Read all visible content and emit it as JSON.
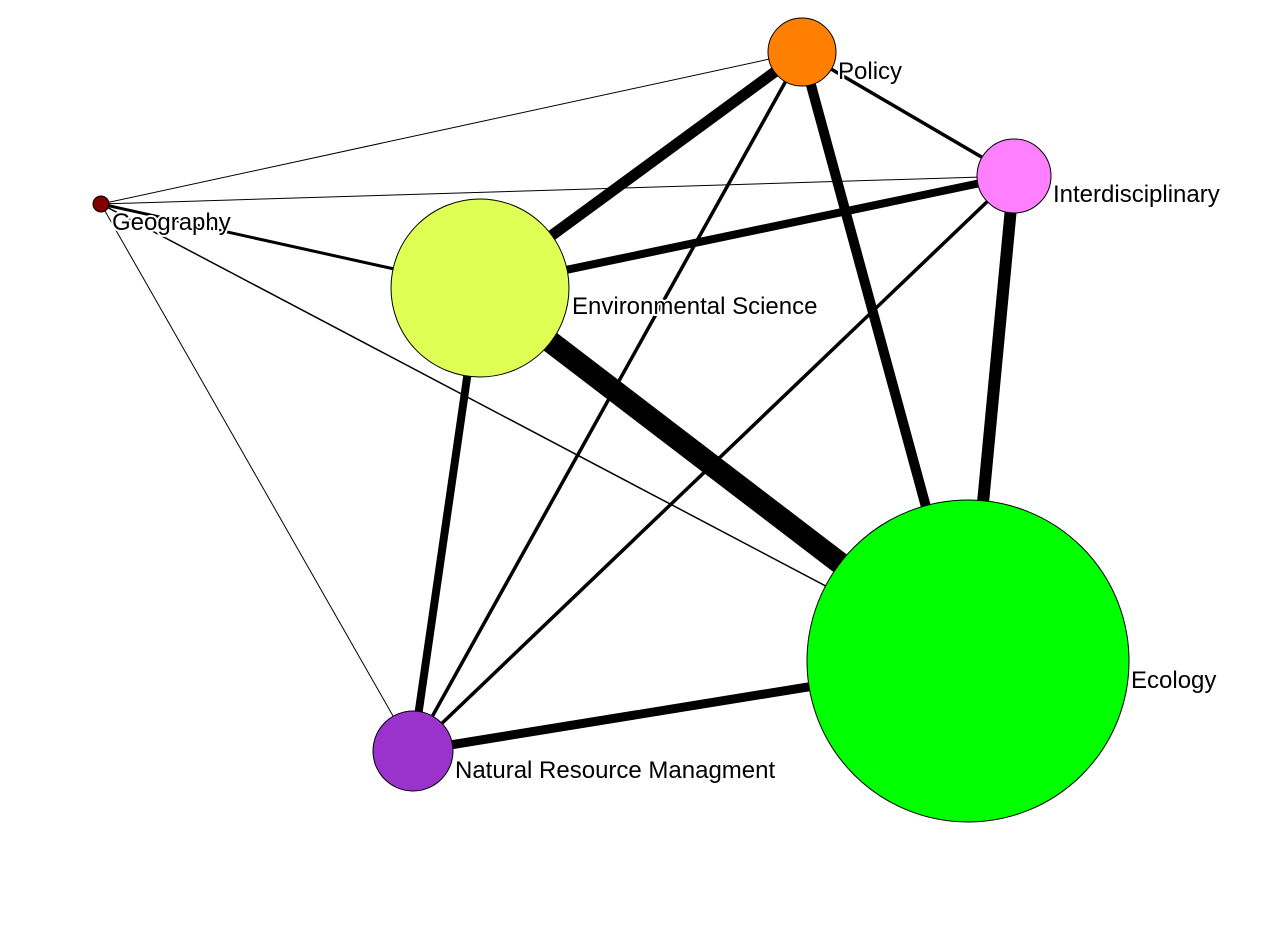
{
  "network": {
    "nodes": [
      {
        "id": "policy",
        "label": "Policy",
        "color": "#ff7f00"
      },
      {
        "id": "interdisciplinary",
        "label": "Interdisciplinary",
        "color": "#ff80ff"
      },
      {
        "id": "geography",
        "label": "Geography",
        "color": "#800000"
      },
      {
        "id": "environmental-science",
        "label": "Environmental Science",
        "color": "#dfff55"
      },
      {
        "id": "ecology",
        "label": "Ecology",
        "color": "#00ff00"
      },
      {
        "id": "natural-resource-managment",
        "label": "Natural Resource Managment",
        "color": "#9933cc"
      }
    ],
    "edges": [
      {
        "from": "environmental-science",
        "to": "ecology"
      },
      {
        "from": "environmental-science",
        "to": "policy"
      },
      {
        "from": "environmental-science",
        "to": "interdisciplinary"
      },
      {
        "from": "environmental-science",
        "to": "natural-resource-managment"
      },
      {
        "from": "environmental-science",
        "to": "geography"
      },
      {
        "from": "policy",
        "to": "ecology"
      },
      {
        "from": "policy",
        "to": "interdisciplinary"
      },
      {
        "from": "policy",
        "to": "natural-resource-managment"
      },
      {
        "from": "policy",
        "to": "geography"
      },
      {
        "from": "interdisciplinary",
        "to": "ecology"
      },
      {
        "from": "interdisciplinary",
        "to": "natural-resource-managment"
      },
      {
        "from": "interdisciplinary",
        "to": "geography"
      },
      {
        "from": "ecology",
        "to": "natural-resource-managment"
      },
      {
        "from": "ecology",
        "to": "geography"
      },
      {
        "from": "natural-resource-managment",
        "to": "geography"
      }
    ]
  }
}
